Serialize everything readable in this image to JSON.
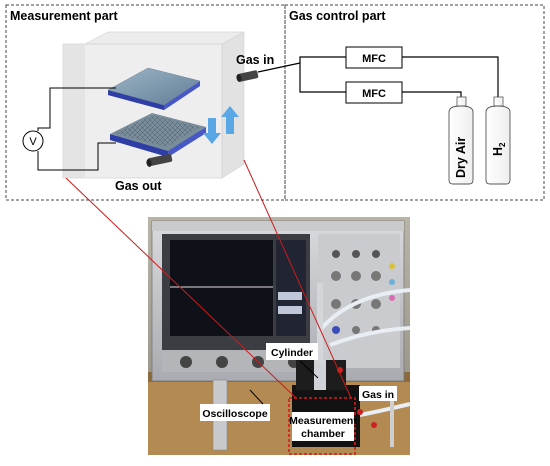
{
  "diagram": {
    "measurement_title": "Measurement part",
    "gas_control_title": "Gas control part",
    "gas_in_label": "Gas in",
    "gas_out_label": "Gas out",
    "voltmeter_label": "V",
    "mfc_top_label": "MFC",
    "mfc_bottom_label": "MFC",
    "dry_air_label": "Dry Air",
    "h2_label": "H",
    "h2_subscript": "2"
  },
  "photo": {
    "cylinder_label": "Cylinder",
    "gas_in_label": "Gas in",
    "oscilloscope_label": "Oscilloscope",
    "chamber_label_line1": "Measurement",
    "chamber_label_line2": "chamber"
  },
  "colors": {
    "plate_blue": "#3c4dbb",
    "arrow_blue": "#5aa7e6",
    "callout_red": "#cc1b1b",
    "chamber_dashed": "#d51b1b"
  }
}
